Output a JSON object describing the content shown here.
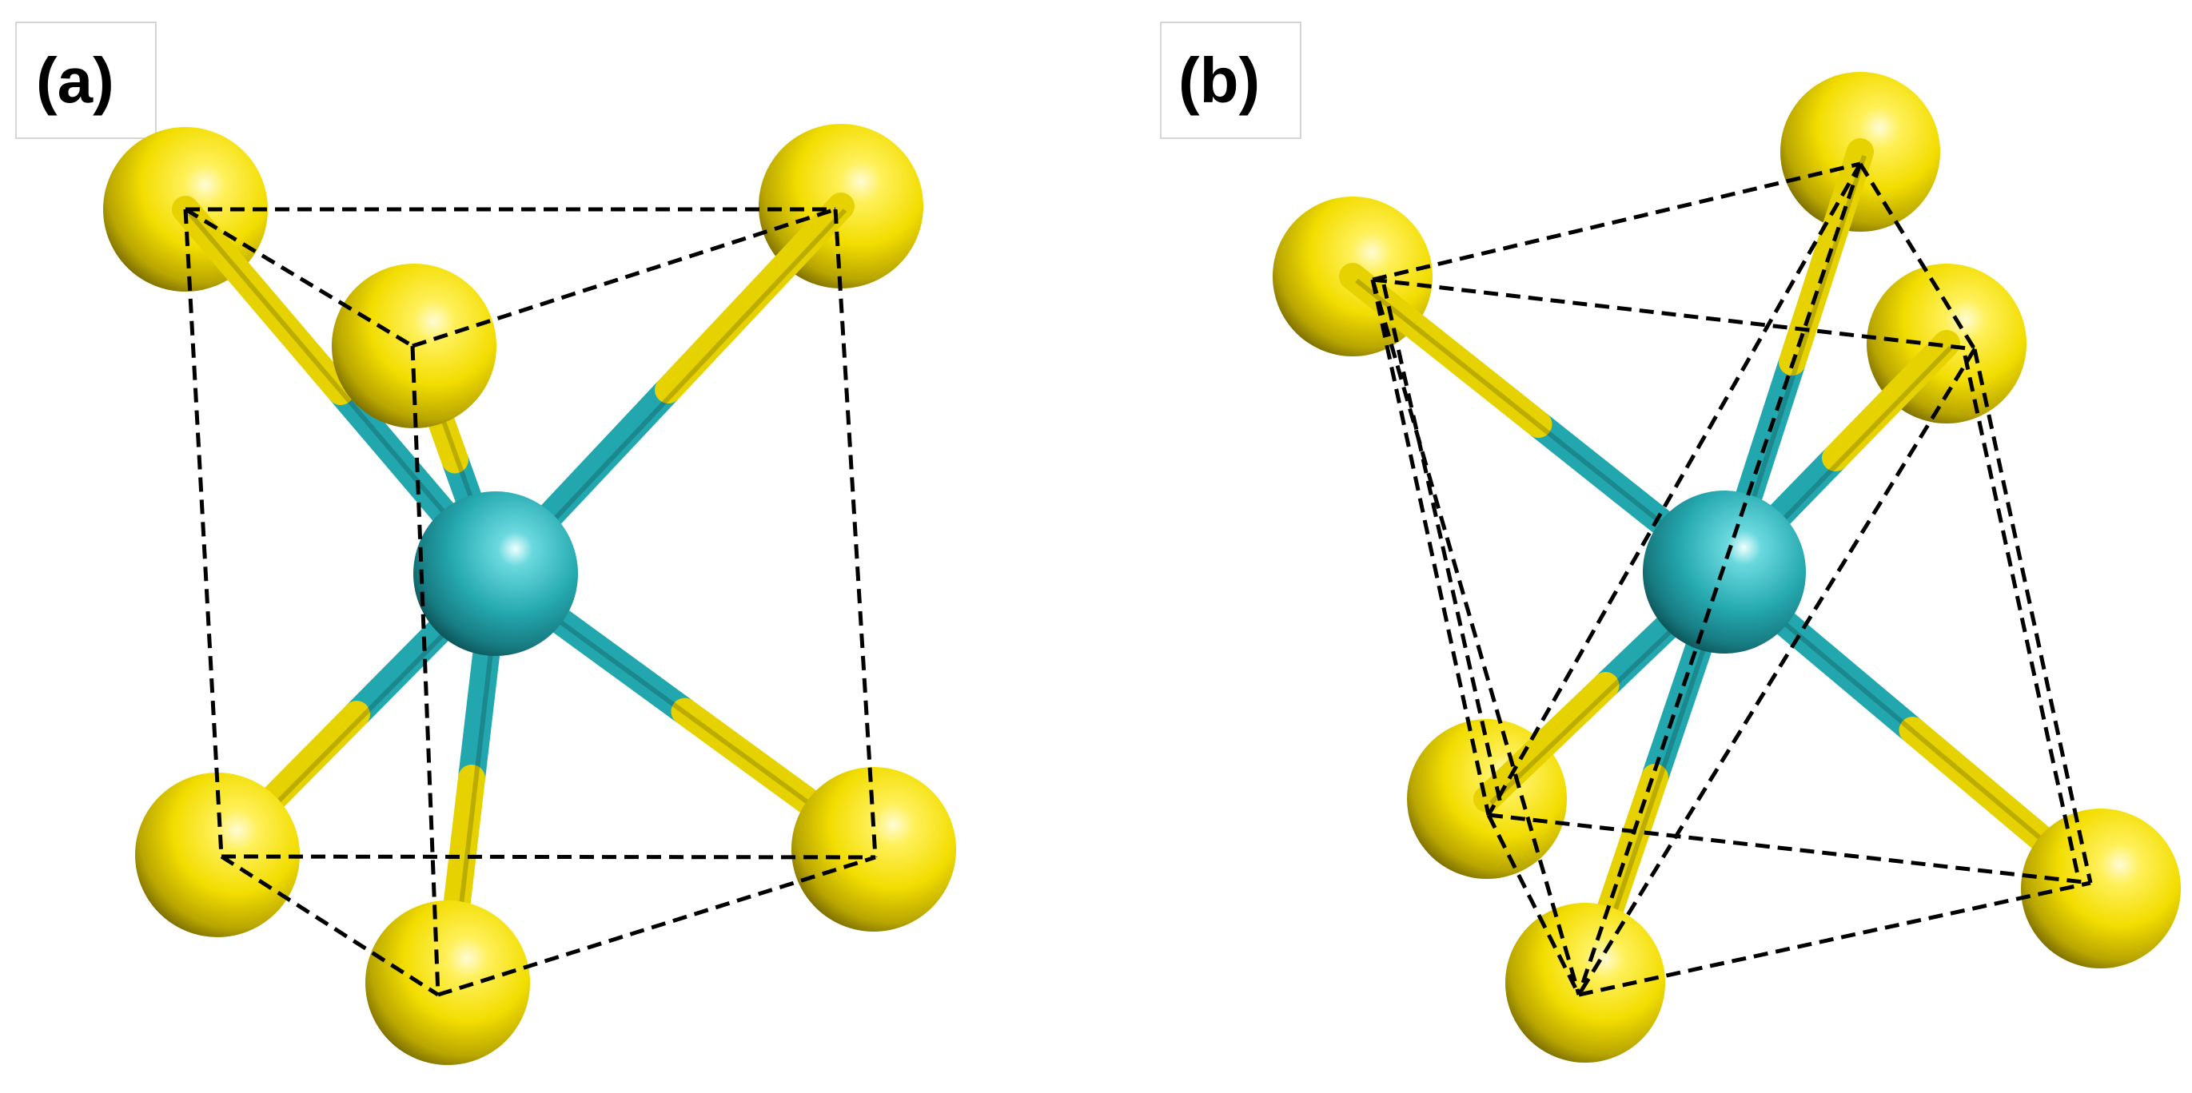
{
  "panels": [
    {
      "id": "a",
      "label": "(a)"
    },
    {
      "id": "b",
      "label": "(b)"
    }
  ],
  "colors": {
    "ligand_atom": "#f2dd00",
    "ligand_atom_highlight": "#fff9c8",
    "ligand_atom_shadow": "#8a7a00",
    "metal_atom": "#2bb5bd",
    "metal_atom_highlight": "#e9ffff",
    "metal_atom_shadow": "#126e74",
    "bond_ligand_half": "#e6d200",
    "bond_metal_half": "#22a7ae",
    "cage_edge": "#000000",
    "background": "#ffffff"
  }
}
